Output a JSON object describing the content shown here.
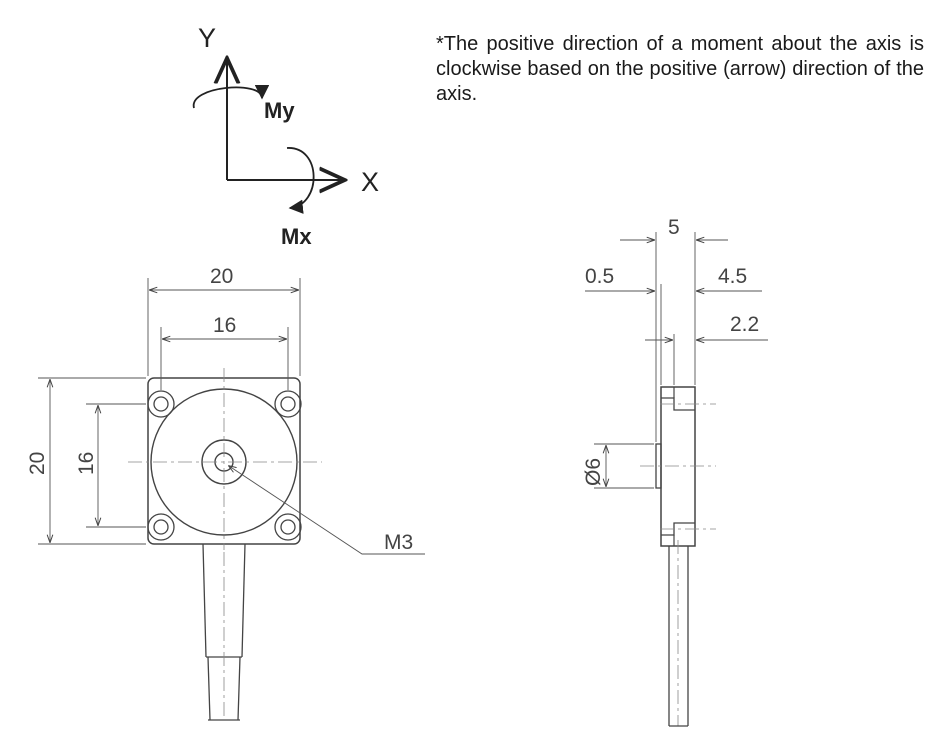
{
  "note": "*The positive direction of a moment about the axis is clockwise based on the positive (arrow) direction of the axis.",
  "axes": {
    "y_label": "Y",
    "x_label": "X",
    "my_label": "My",
    "mx_label": "Mx"
  },
  "front_view": {
    "width_outer": "20",
    "width_holes": "16",
    "height_outer": "20",
    "height_holes": "16",
    "thread": "M3"
  },
  "side_view": {
    "thickness_total": "5",
    "boss_height": "0.5",
    "body_thickness": "4.5",
    "step_depth": "2.2",
    "boss_diameter": "Ø6"
  },
  "colors": {
    "line": "#444444",
    "text": "#1a1a1a",
    "centerline": "#888888"
  }
}
